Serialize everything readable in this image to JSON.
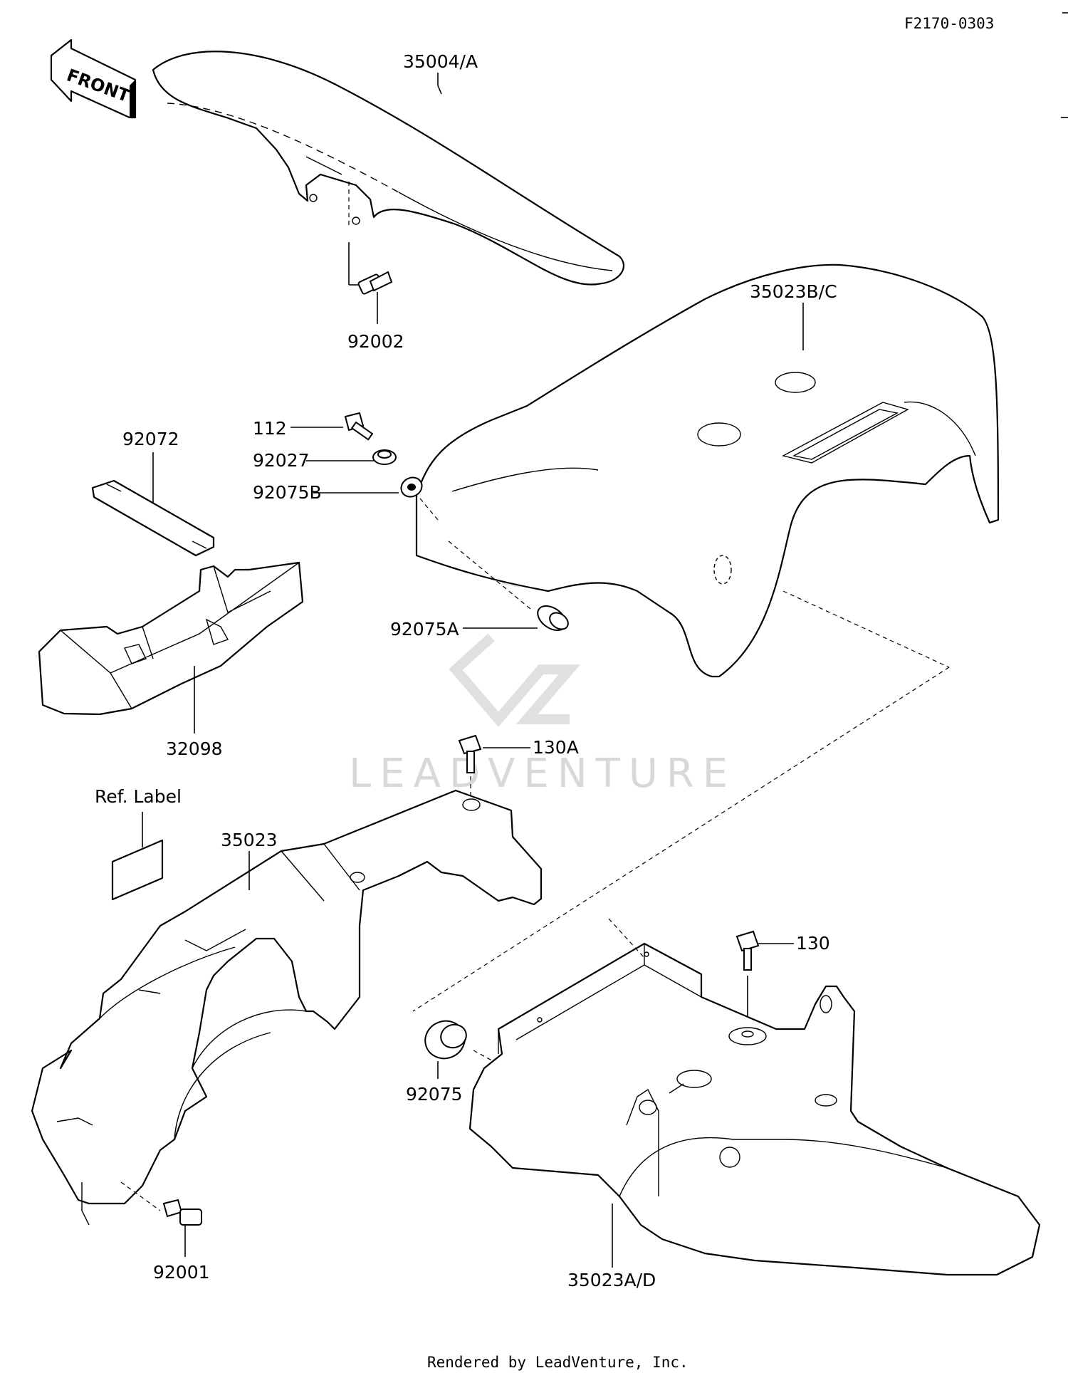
{
  "figure_id": "F2170-0303",
  "direction_label": "FRONT",
  "watermark": "LEADVENTURE",
  "footer": "Rendered by LeadVenture, Inc.",
  "callouts": {
    "front_fender": "35004/A",
    "bolt_front": "92002",
    "rear_cover_top": "35023B/C",
    "bolt_112": "112",
    "collar_92027": "92027",
    "grommet_92075b": "92075B",
    "grommet_92075a": "92075A",
    "strap": "92072",
    "tray": "32098",
    "bolt_130a": "130A",
    "ref_label": "Ref. Label",
    "inner_fender": "35023",
    "bolt_130": "130",
    "grommet_92075": "92075",
    "bolt_92001": "92001",
    "rear_fender": "35023A/D"
  }
}
